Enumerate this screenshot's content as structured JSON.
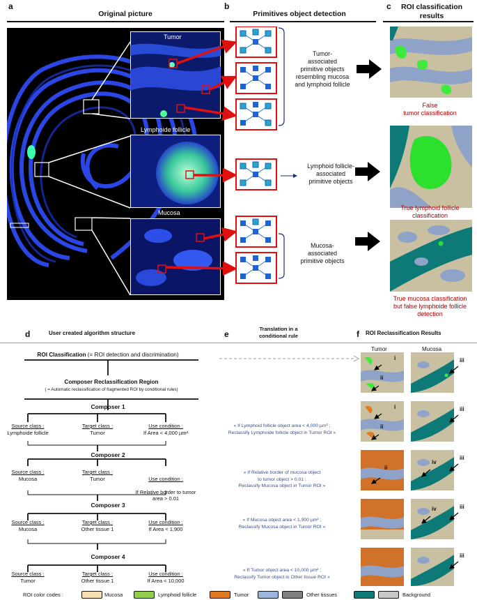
{
  "panels": {
    "a": {
      "letter": "a",
      "header": "Original picture",
      "insets": [
        "Tumor",
        "Lymphoide follicle",
        "Mucosa"
      ]
    },
    "b": {
      "letter": "b",
      "header": "Primitives object detection",
      "group_labels": [
        "Tumor-\nassociated\nprimitive objects\nresembling mucosa\nand lymphoid follicle",
        "Lymphoid follicle-\nassociated\nprimitive objects",
        "Mucosa-\nassociated\nprimitive objects"
      ]
    },
    "c": {
      "letter": "c",
      "header": "ROI classification\nresults",
      "results": [
        "False\ntumor classification",
        "True lymphoid follicle\nclassification",
        "True mucosa classification\nbut false lymphoide follicle\ndetection"
      ]
    },
    "d": {
      "letter": "d",
      "header": "User created algorithm structure",
      "roi_bold": "ROI Classification",
      "roi_rest": " (= ROI detection and discrimination)",
      "composer_region_bold": "Composer Reclassification Region",
      "composer_region_sub": "( = Automatic reclassification of fragmented ROI by conditional rules)",
      "source_label": "Source class :",
      "target_label": "Target class :",
      "condition_label": "Use condition :",
      "composers": [
        {
          "title": "Composer 1",
          "source": "Lymphoide follicle",
          "target": "Tumor",
          "condition": "If Area < 4,000 µm²"
        },
        {
          "title": "Composer 2",
          "source": "Mucosa",
          "target": "Tumor",
          "condition": "If Relative border to tumor\narea > 0.01"
        },
        {
          "title": "Composer 3",
          "source": "Mucosa",
          "target": "Other tissue 1",
          "condition": "If Area < 1,900"
        },
        {
          "title": "Composer 4",
          "source": "Tumor",
          "target": "Other tissue 1",
          "condition": "If Area < 10,000"
        }
      ]
    },
    "e": {
      "letter": "e",
      "header": "Translation in a\nconditional rule",
      "rules": [
        "« If Lymphoid follicle object area < 4,000 µm² ;\nReclassify Lymphoide follicle object in Tumor ROI »",
        "« If Relative border of mucosa object\nto tumor object > 0.01 ;\nReclassify Mucosa object in Tumor ROI »",
        "« If Mucosa object area < 1,900 µm² ;\nReclassify Mucosa object in Tumor ROI »",
        "« If Tumor object area < 10,000 µm² ;\nReclassify Tumor object in Other tissue  ROI »"
      ]
    },
    "f": {
      "letter": "f",
      "header": "ROI Reclassification Results",
      "col_tumor": "Tumor",
      "col_mucosa": "Mucosa",
      "markers": [
        "i",
        "ii",
        "iii",
        "iv"
      ]
    }
  },
  "legend": {
    "label": "ROI color codes :",
    "items": [
      {
        "name": "Mucosa",
        "colors": [
          "#f5deb0"
        ]
      },
      {
        "name": "Lymphoid follicle",
        "colors": [
          "#8fcf4a"
        ]
      },
      {
        "name": "Tumor",
        "colors": [
          "#e07a22"
        ]
      },
      {
        "name": "Other tissues",
        "colors": [
          "#9db6dd",
          "#808080"
        ]
      },
      {
        "name": "Background",
        "colors": [
          "#0e7a78",
          "#c8c8c8"
        ]
      }
    ]
  }
}
